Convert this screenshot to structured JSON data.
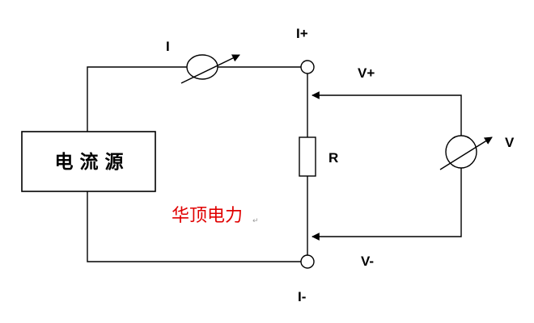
{
  "diagram": {
    "source_label": "电 流 源",
    "current_meter_label": "I",
    "voltage_meter_label": "V",
    "resistor_label": "R",
    "terminal_i_plus": "I+",
    "terminal_i_minus": "I-",
    "terminal_v_plus": "V+",
    "terminal_v_minus": "V-",
    "brand_text": "华顶电力",
    "brand_mark": "↵",
    "colors": {
      "wire": "#000000",
      "brand": "#e00000",
      "background": "#ffffff"
    }
  }
}
